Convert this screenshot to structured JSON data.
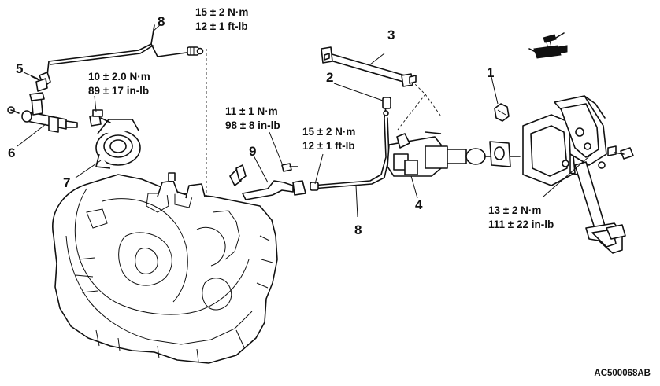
{
  "callouts": {
    "c1": "1",
    "c2": "2",
    "c3": "3",
    "c4": "4",
    "c5": "5",
    "c6": "6",
    "c7": "7",
    "c8_top": "8",
    "c8_bottom": "8",
    "c9": "9"
  },
  "torque": {
    "top_line_nm": "15 ± 2 N·m",
    "top_line_ftlb": "12 ± 1 ft-lb",
    "bearing_nm": "10 ± 2.0 N·m",
    "bearing_inlb": "89 ± 17 in-lb",
    "bleeder_nm": "11 ± 1 N·m",
    "bleeder_inlb": "98 ± 8 in-lb",
    "cylinder_nm": "15 ± 2 N·m",
    "cylinder_ftlb": "12 ± 1 ft-lb",
    "pedal_nm": "13 ± 2 N·m",
    "pedal_inlb": "111 ± 22 in-lb"
  },
  "figure_code": "AC500068AB",
  "icons": [
    "grease-gun-icon"
  ]
}
